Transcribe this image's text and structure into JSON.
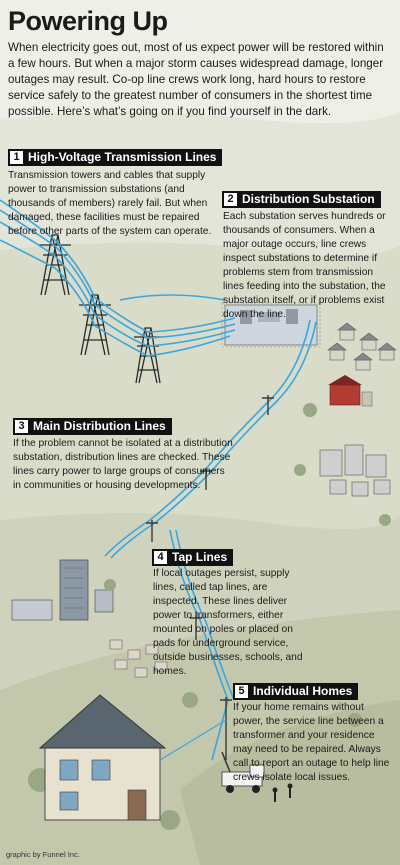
{
  "title": "Powering Up",
  "intro": "When electricity goes out, most of us expect power will be restored within a few hours. But when a major storm causes widespread damage, longer outages may result. Co-op line crews work long, hard hours to restore service safely to the greatest number of consumers in the shortest time possible. Here’s what’s going on if you find yourself in the dark.",
  "sections": [
    {
      "number": "1",
      "heading": "High-Voltage Transmission Lines",
      "text": "Transmission towers and cables that supply power to transmission substations (and thousands of members) rarely fail. But when damaged, these facilities must be repaired before other parts of the system can operate."
    },
    {
      "number": "2",
      "heading": "Distribution Substation",
      "text": "Each substation serves hundreds or thousands of consumers. When a major outage occurs, line crews inspect substations to determine if problems stem from transmission lines feeding into the substation, the substation itself, or if problems exist down the line."
    },
    {
      "number": "3",
      "heading": "Main Distribution Lines",
      "text": "If the problem cannot be isolated at a distribution substation, distribution lines are checked. These lines carry power to large groups of consumers in communities or housing developments."
    },
    {
      "number": "4",
      "heading": "Tap Lines",
      "text": "If local outages persist, supply lines, called tap lines, are inspected. These lines deliver power to transformers, either mounted on poles or placed on pads for underground service, outside businesses, schools, and homes."
    },
    {
      "number": "5",
      "heading": "Individual Homes",
      "text": "If your home remains without power, the service line between a transformer and your residence may need to be repaired. Always call to report an outage to help line crews isolate local issues."
    }
  ],
  "credit": "graphic by Funnel Inc.",
  "colors": {
    "line": "#3aa6de",
    "label_bg": "#111111",
    "hill": "#c9ceb6",
    "sky": "#eef0e8"
  }
}
